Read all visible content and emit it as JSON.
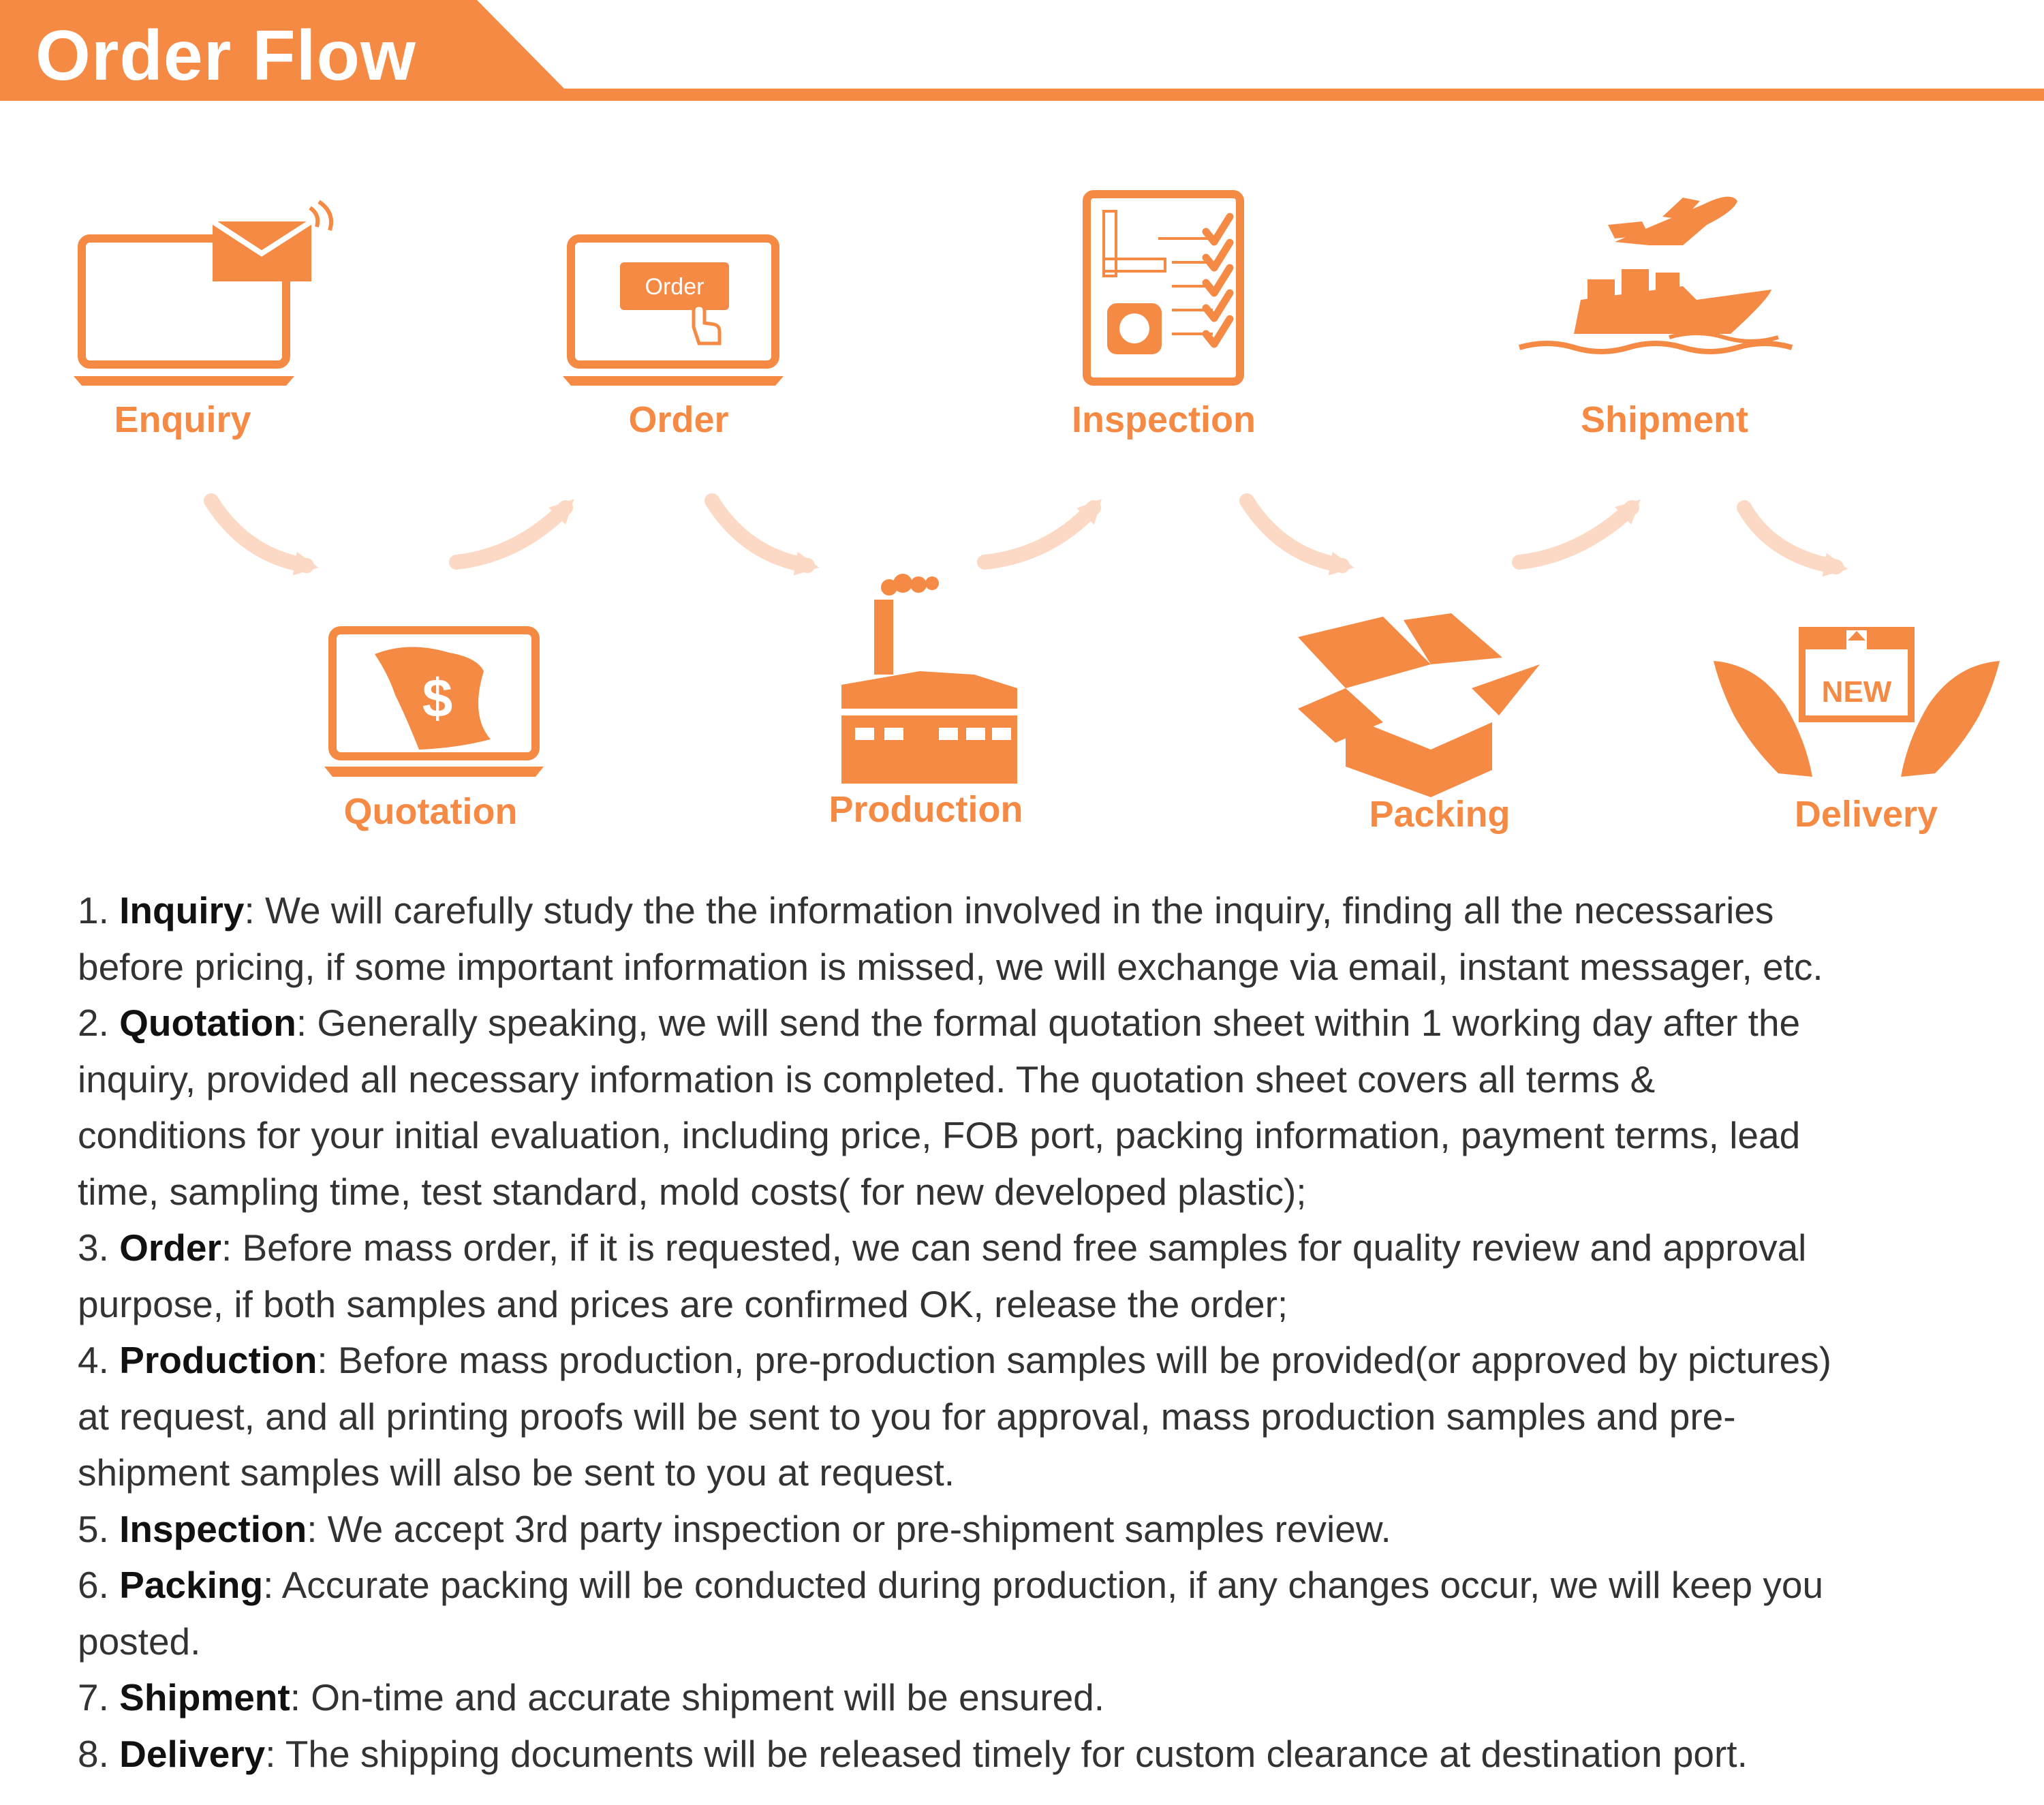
{
  "header": {
    "title": "Order Flow"
  },
  "colors": {
    "accent": "#f58a45",
    "arrow": "#fbd9c4",
    "text": "#333333"
  },
  "steps": [
    {
      "label": "Enquiry",
      "icon": "laptop-email-icon"
    },
    {
      "label": "Quotation",
      "icon": "laptop-dollar-icon"
    },
    {
      "label": "Order",
      "icon": "laptop-order-button-icon",
      "button_text": "Order"
    },
    {
      "label": "Production",
      "icon": "factory-icon"
    },
    {
      "label": "Inspection",
      "icon": "inspection-checklist-icon"
    },
    {
      "label": "Packing",
      "icon": "open-box-icon"
    },
    {
      "label": "Shipment",
      "icon": "ship-plane-icon"
    },
    {
      "label": "Delivery",
      "icon": "hands-new-box-icon",
      "badge_text": "NEW"
    }
  ],
  "descriptions": [
    {
      "num": "1.",
      "term": "Inquiry",
      "lines": [
        ": We will carefully study the the information involved in the inquiry, finding all the necessaries",
        "before pricing, if some important information is missed, we will exchange via email, instant messager, etc."
      ]
    },
    {
      "num": "2.",
      "term": "Quotation",
      "lines": [
        ": Generally speaking, we will send the formal quotation sheet within 1 working day after the",
        "inquiry, provided all necessary information is completed. The quotation sheet covers all terms &",
        "conditions for your initial evaluation, including price, FOB port, packing information, payment terms, lead",
        "time, sampling time, test standard, mold costs( for new developed plastic);"
      ]
    },
    {
      "num": "3.",
      "term": "Order",
      "lines": [
        ": Before mass order, if it is requested, we can send free samples for quality review and approval",
        "purpose, if both samples and prices are confirmed OK, release the order;"
      ]
    },
    {
      "num": "4.",
      "term": "Production",
      "lines": [
        ": Before mass production, pre-production samples will be provided(or approved by pictures)",
        "at request, and all printing proofs will be sent to you for approval, mass production samples and pre-",
        "shipment samples will also be sent to you at request."
      ]
    },
    {
      "num": "5.",
      "term": "Inspection",
      "lines": [
        ": We accept 3rd party inspection or pre-shipment samples review."
      ]
    },
    {
      "num": "6.",
      "term": "Packing",
      "lines": [
        ": Accurate packing will be conducted during production, if any changes occur, we will keep you",
        "posted."
      ]
    },
    {
      "num": "7.",
      "term": "Shipment",
      "lines": [
        ": On-time and accurate shipment will be ensured."
      ]
    },
    {
      "num": "8.",
      "term": "Delivery",
      "lines": [
        ": The shipping documents will be released timely for custom clearance at destination port."
      ]
    }
  ]
}
